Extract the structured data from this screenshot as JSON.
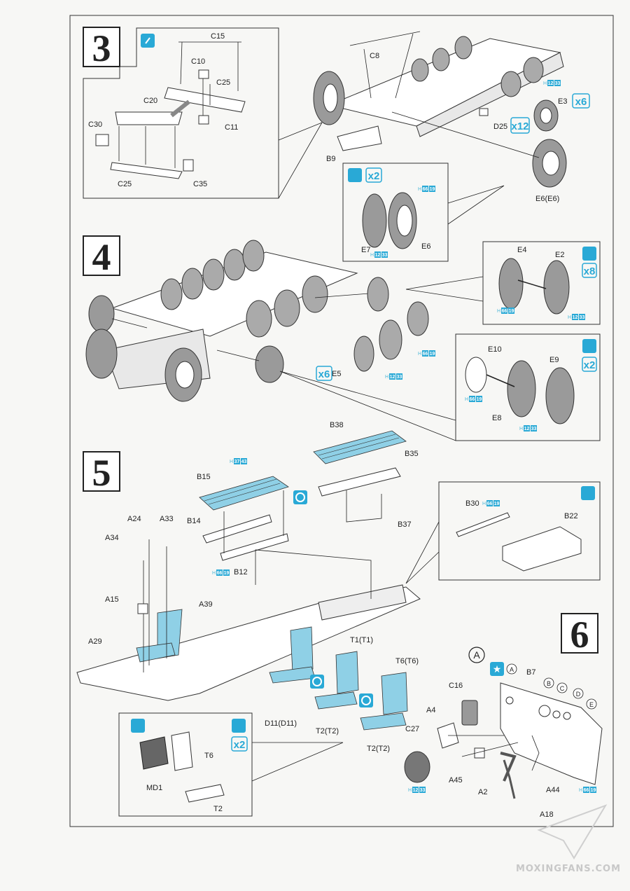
{
  "steps": [
    {
      "number": "3"
    },
    {
      "number": "4"
    },
    {
      "number": "5"
    },
    {
      "number": "6"
    }
  ],
  "step3": {
    "labels": [
      "C15",
      "C10",
      "C25",
      "C20",
      "C30",
      "C11",
      "C25",
      "C35",
      "C8",
      "B9",
      "E3",
      "D25",
      "E6(E6)",
      "E7",
      "E6"
    ],
    "multipliers": [
      "x6",
      "x12",
      "x2"
    ],
    "colors": [
      {
        "h": "H",
        "a": "12",
        "b": "33"
      },
      {
        "h": "H",
        "a": "66",
        "b": "19"
      },
      {
        "h": "H",
        "a": "12",
        "b": "33"
      }
    ]
  },
  "step4": {
    "labels": [
      "E4",
      "E2",
      "E5",
      "E10",
      "E9",
      "E8"
    ],
    "multipliers": [
      "x8",
      "x6",
      "x2"
    ],
    "colors": [
      {
        "h": "H",
        "a": "66",
        "b": "19"
      },
      {
        "h": "H",
        "a": "12",
        "b": "33"
      },
      {
        "h": "H",
        "a": "66",
        "b": "19"
      },
      {
        "h": "H",
        "a": "12",
        "b": "33"
      },
      {
        "h": "H",
        "a": "66",
        "b": "19"
      },
      {
        "h": "H",
        "a": "12",
        "b": "33"
      }
    ]
  },
  "step5": {
    "labels": [
      "B38",
      "B35",
      "B15",
      "B14",
      "B12",
      "B37",
      "B30",
      "B22",
      "A24",
      "A33",
      "A34",
      "A15",
      "A39",
      "A29",
      "T1(T1)",
      "T6(T6)",
      "D11(D11)",
      "T2(T2)",
      "T2(T2)",
      "T6",
      "MD1",
      "T2"
    ],
    "multipliers": [
      "x2"
    ],
    "colors": [
      {
        "h": "H",
        "a": "37",
        "b": "43"
      },
      {
        "h": "H",
        "a": "66",
        "b": "19"
      },
      {
        "h": "H",
        "a": "66",
        "b": "19"
      }
    ]
  },
  "step6": {
    "circle_labels": [
      "A",
      "A",
      "B",
      "C",
      "D",
      "E"
    ],
    "labels": [
      "B7",
      "C16",
      "A4",
      "C27",
      "A45",
      "A2",
      "A44",
      "A18"
    ],
    "colors": [
      {
        "h": "H",
        "a": "12",
        "b": "33"
      },
      {
        "h": "H",
        "a": "66",
        "b": "19"
      }
    ]
  },
  "watermark": "MOXINGFANS.COM",
  "theme": {
    "accent": "#29a9d6",
    "part_blue": "#8fd0e6",
    "ink": "#222222"
  }
}
